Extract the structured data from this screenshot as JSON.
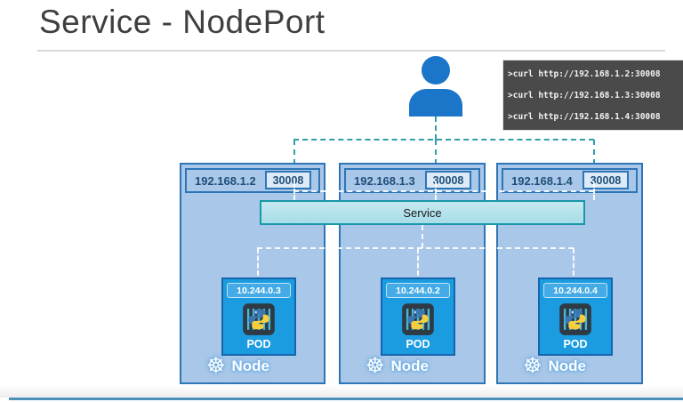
{
  "title": "Service - NodePort",
  "terminal": {
    "lines": [
      ">curl http://192.168.1.2:30008",
      ">curl http://192.168.1.3:30008",
      ">curl http://192.168.1.4:30008"
    ]
  },
  "service": {
    "label": "Service"
  },
  "nodes": [
    {
      "ip": "192.168.1.2",
      "port": "30008",
      "pod_ip": "10.244.0.3",
      "pod_label": "POD",
      "node_label": "Node"
    },
    {
      "ip": "192.168.1.3",
      "port": "30008",
      "pod_ip": "10.244.0.2",
      "pod_label": "POD",
      "node_label": "Node"
    },
    {
      "ip": "192.168.1.4",
      "port": "30008",
      "pod_ip": "10.244.0.4",
      "pod_label": "POD",
      "node_label": "Node"
    }
  ],
  "icons": {
    "kubernetes_wheel": "☸"
  },
  "colors": {
    "person_blue": "#1b75c8",
    "node_fill": "#a9c7e8",
    "node_border": "#2e75b6",
    "node_text": "#1f4e79",
    "service_fill": "#aedfe9",
    "service_border": "#1898a8",
    "pod_fill": "#1b9ce0",
    "pod_border": "#1565ad",
    "terminal_bg": "#4a4a4a",
    "terminal_text": "#f2f2f2",
    "teal_connector": "#2f9fab",
    "bottom_bar": "#4e8fb8"
  }
}
